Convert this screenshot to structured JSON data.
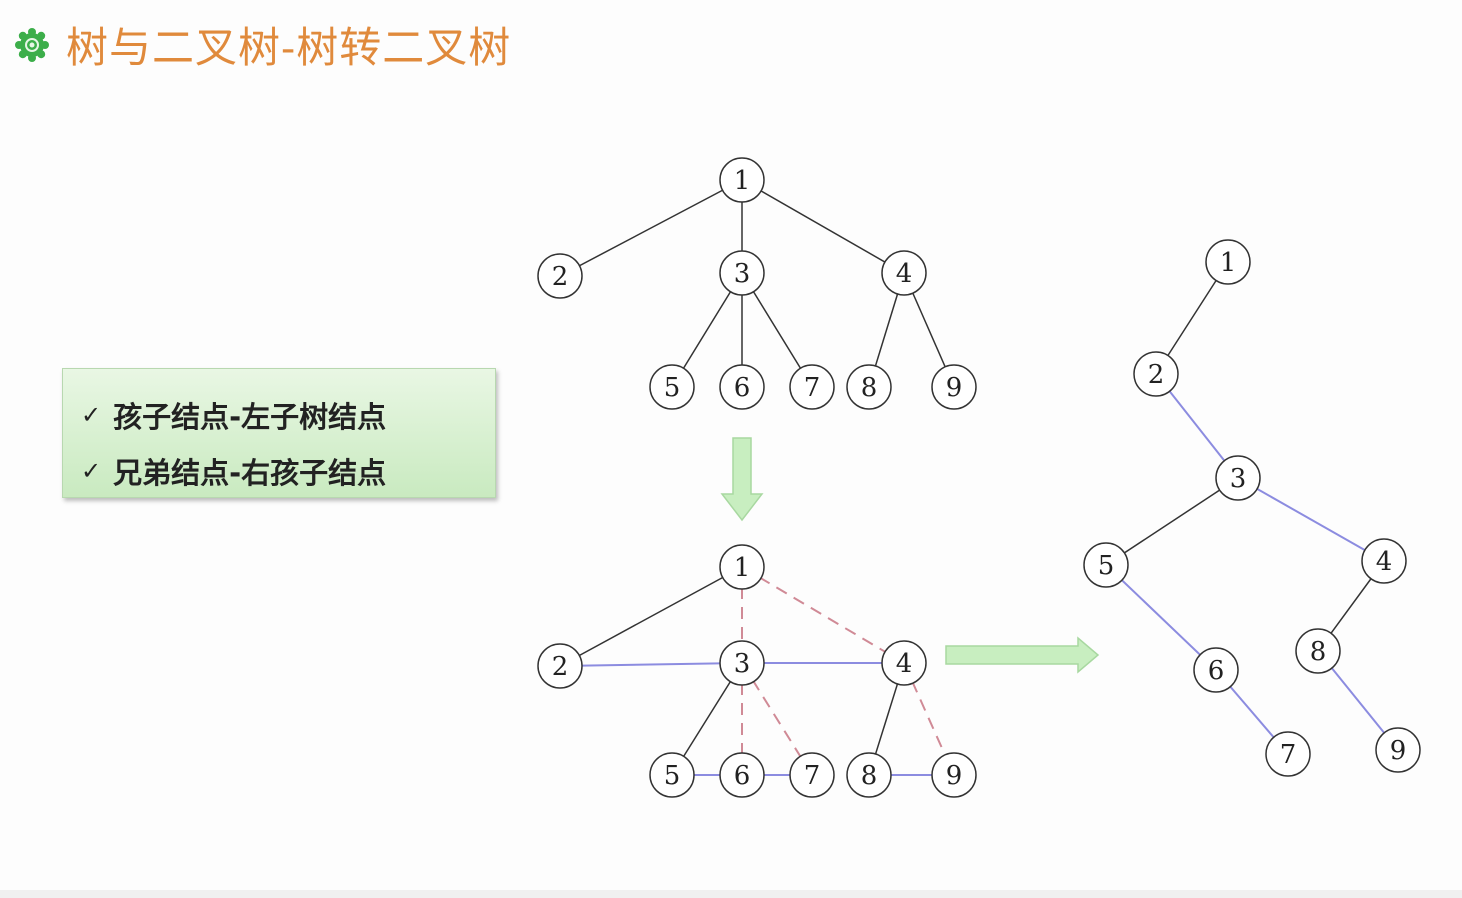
{
  "slide": {
    "title": "树与二叉树-树转二叉树",
    "title_icon": "gear-flower-icon",
    "rules": [
      {
        "icon": "check-icon",
        "mark": "✓",
        "text": "孩子结点-左子树结点"
      },
      {
        "icon": "check-icon",
        "mark": "✓",
        "text": "兄弟结点-右孩子结点"
      }
    ]
  },
  "colors": {
    "title": "#e08a3c",
    "child_edge": "#333333",
    "sibling_edge": "#8c8ce0",
    "removed_edge": "#d08a96",
    "arrow": "#c8eec0"
  },
  "trees": {
    "original": {
      "nodes": [
        "1",
        "2",
        "3",
        "4",
        "5",
        "6",
        "7",
        "8",
        "9"
      ]
    },
    "connected": {
      "nodes": [
        "1",
        "2",
        "3",
        "4",
        "5",
        "6",
        "7",
        "8",
        "9"
      ]
    },
    "binary": {
      "nodes": [
        "1",
        "2",
        "3",
        "4",
        "5",
        "6",
        "7",
        "8",
        "9"
      ]
    }
  }
}
